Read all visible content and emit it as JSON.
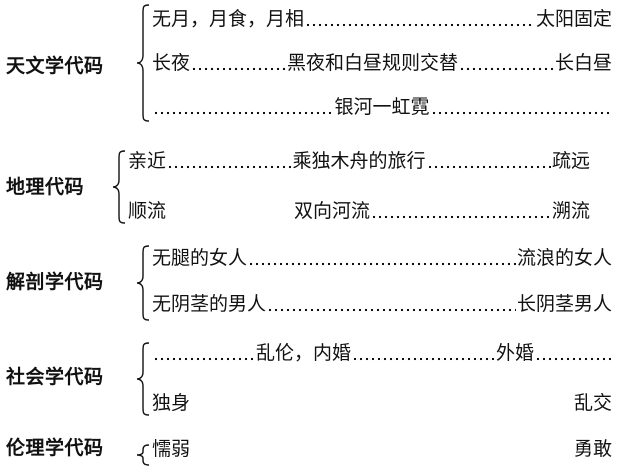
{
  "groups": [
    {
      "title": "天文学代码",
      "rows": [
        {
          "left": "无月，月食，月相",
          "middle": "",
          "right": "太阳固定"
        },
        {
          "left": "长夜",
          "middle": "黑夜和白昼规则交替",
          "right": "长白昼"
        },
        {
          "left": "",
          "middle": "银河一虹霓",
          "right": ""
        }
      ]
    },
    {
      "title": "地理代码",
      "rows": [
        {
          "left": "亲近",
          "middle": "乘独木舟的旅行",
          "right": "疏远"
        },
        {
          "left": "顺流",
          "middle": "双向河流",
          "right": "溯流"
        }
      ]
    },
    {
      "title": "解剖学代码",
      "rows": [
        {
          "left": "无腿的女人",
          "middle": "",
          "right": "流浪的女人"
        },
        {
          "left": "无阴茎的男人",
          "middle": "",
          "right": "长阴茎男人"
        }
      ]
    },
    {
      "title": "社会学代码",
      "rows": [
        {
          "left": "",
          "middle": "乱伦，内婚",
          "right": "外婚"
        },
        {
          "left": "独身",
          "middle": "",
          "right": "乱交"
        }
      ]
    },
    {
      "title": "伦理学代码",
      "rows": [
        {
          "left": "懦弱",
          "middle": "",
          "right": "勇敢"
        }
      ]
    }
  ]
}
